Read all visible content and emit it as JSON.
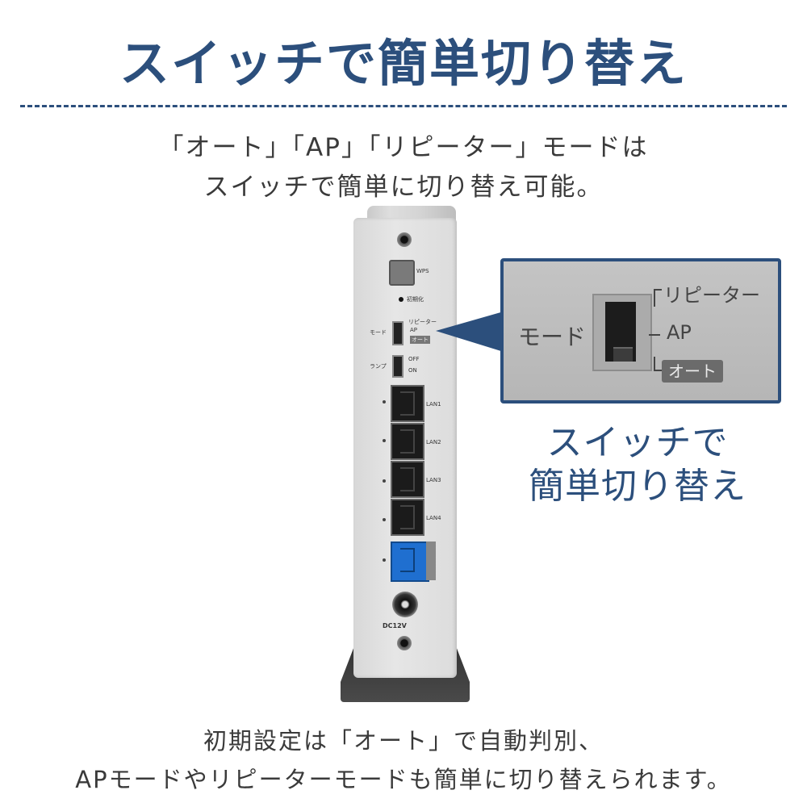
{
  "headline": "スイッチで簡単切り替え",
  "intro": {
    "line1": "「オート」「AP」「リピーター」モードは",
    "line2": "スイッチで簡単に切り替え可能。"
  },
  "router_labels": {
    "wps": "WPS",
    "init": "初期化",
    "mode": "モード",
    "repeater": "リピーター",
    "ap": "AP",
    "auto": "オート",
    "lamp": "ランプ",
    "off": "OFF",
    "on": "ON",
    "lan1": "LAN1",
    "lan2": "LAN2",
    "lan3": "LAN3",
    "lan4": "LAN4",
    "dc": "DC12V"
  },
  "zoom": {
    "mode_label": "モード",
    "repeater": "リピーター",
    "ap": "AP",
    "auto": "オート"
  },
  "caption": {
    "line1": "スイッチで",
    "line2": "簡単切り替え"
  },
  "outro": {
    "line1": "初期設定は「オート」で自動判別、",
    "line2": "APモードやリピーターモードも簡単に切り替えられます。"
  },
  "colors": {
    "accent": "#2c4f7c",
    "wan_port": "#1f6fd0"
  }
}
